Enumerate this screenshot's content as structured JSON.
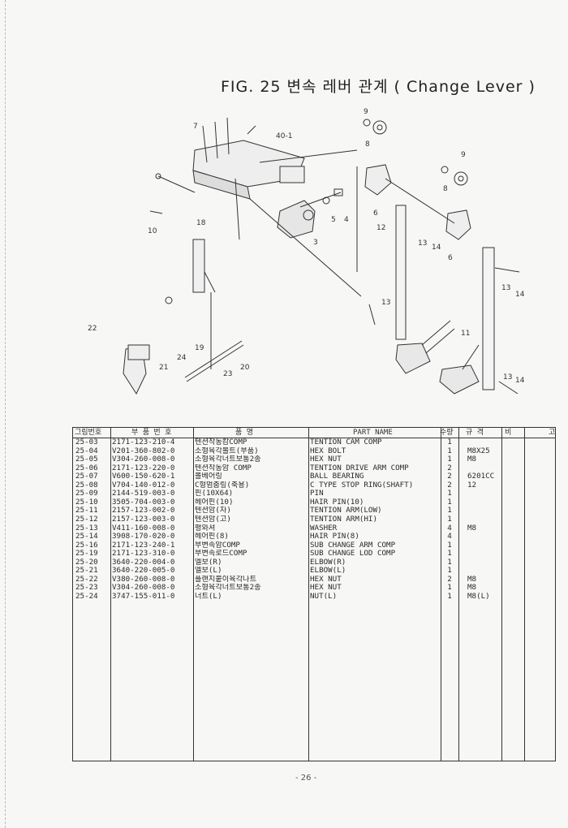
{
  "figure_title": "FIG. 25   변속 레버 관계 ( Change Lever )",
  "callouts": [
    "9",
    "8",
    "40-1",
    "10",
    "18",
    "7",
    "5",
    "4",
    "3",
    "6",
    "12",
    "13",
    "14",
    "6",
    "9",
    "8",
    "13",
    "14",
    "13",
    "11",
    "13",
    "14",
    "21",
    "22",
    "24",
    "19",
    "23",
    "20"
  ],
  "table": {
    "headers": {
      "ref": "그림번호",
      "part_no": "부 품 번 호",
      "name_ko": "품 명",
      "part_name": "PART NAME",
      "qty": "수량",
      "spec": "규 격",
      "extra": "비",
      "extra2": "고"
    },
    "rows": [
      {
        "ref": "25-03",
        "part_no": "2171-123-210-4",
        "name_ko": "텐션작동캄COMP",
        "part_name": "TENTION CAM COMP",
        "qty": "1",
        "spec": ""
      },
      {
        "ref": "25-04",
        "part_no": "V201-360-802-0",
        "name_ko": "소형육각볼트(부품)",
        "part_name": "HEX BOLT",
        "qty": "1",
        "spec": "M8X25"
      },
      {
        "ref": "25-05",
        "part_no": "V304-260-008-0",
        "name_ko": "소형육각너트보통2종",
        "part_name": "HEX NUT",
        "qty": "1",
        "spec": "M8"
      },
      {
        "ref": "25-06",
        "part_no": "2171-123-220-0",
        "name_ko": "텐션작동암 COMP",
        "part_name": "TENTION DRIVE ARM COMP",
        "qty": "2",
        "spec": ""
      },
      {
        "ref": "25-07",
        "part_no": "V600-150-620-1",
        "name_ko": "볼베어링",
        "part_name": "BALL BEARING",
        "qty": "2",
        "spec": "6201CC"
      },
      {
        "ref": "25-08",
        "part_no": "V704-140-012-0",
        "name_ko": "C형멈춤링(축용)",
        "part_name": "C TYPE STOP RING(SHAFT)",
        "qty": "2",
        "spec": "12"
      },
      {
        "ref": "25-09",
        "part_no": "2144-519-003-0",
        "name_ko": "핀(10X64)",
        "part_name": "PIN",
        "qty": "1",
        "spec": ""
      },
      {
        "ref": "25-10",
        "part_no": "3505-704-003-0",
        "name_ko": "헤어핀(10)",
        "part_name": "HAIR PIN(10)",
        "qty": "1",
        "spec": ""
      },
      {
        "ref": "25-11",
        "part_no": "2157-123-002-0",
        "name_ko": "텐션암(자)",
        "part_name": "TENTION ARM(LOW)",
        "qty": "1",
        "spec": ""
      },
      {
        "ref": "25-12",
        "part_no": "2157-123-003-0",
        "name_ko": "텐션암(고)",
        "part_name": "TENTION ARM(HI)",
        "qty": "1",
        "spec": ""
      },
      {
        "ref": "25-13",
        "part_no": "V411-160-008-0",
        "name_ko": "평와셔",
        "part_name": "WASHER",
        "qty": "4",
        "spec": "M8"
      },
      {
        "ref": "25-14",
        "part_no": "3908-170-020-0",
        "name_ko": "헤어핀(8)",
        "part_name": "HAIR PIN(8)",
        "qty": "4",
        "spec": ""
      },
      {
        "ref": "25-16",
        "part_no": "2171-123-240-1",
        "name_ko": "부변속암COMP",
        "part_name": "SUB CHANGE ARM COMP",
        "qty": "1",
        "spec": ""
      },
      {
        "ref": "25-19",
        "part_no": "2171-123-310-0",
        "name_ko": "부변속로드COMP",
        "part_name": "SUB CHANGE LOD COMP",
        "qty": "1",
        "spec": ""
      },
      {
        "ref": "25-20",
        "part_no": "3640-220-004-0",
        "name_ko": "엘보(R)",
        "part_name": "ELBOW(R)",
        "qty": "1",
        "spec": ""
      },
      {
        "ref": "25-21",
        "part_no": "3640-220-005-0",
        "name_ko": "엘보(L)",
        "part_name": "ELBOW(L)",
        "qty": "1",
        "spec": ""
      },
      {
        "ref": "25-22",
        "part_no": "V380-260-008-0",
        "name_ko": "플랜지붙이육각나트",
        "part_name": "HEX NUT",
        "qty": "2",
        "spec": "M8"
      },
      {
        "ref": "25-23",
        "part_no": "V304-260-008-0",
        "name_ko": "소형육각너트보통2종",
        "part_name": "HEX NUT",
        "qty": "1",
        "spec": "M8"
      },
      {
        "ref": "25-24",
        "part_no": "3747-155-011-0",
        "name_ko": "너트(L)",
        "part_name": "NUT(L)",
        "qty": "1",
        "spec": "M8(L)"
      }
    ]
  },
  "page_number": "- 26 -"
}
